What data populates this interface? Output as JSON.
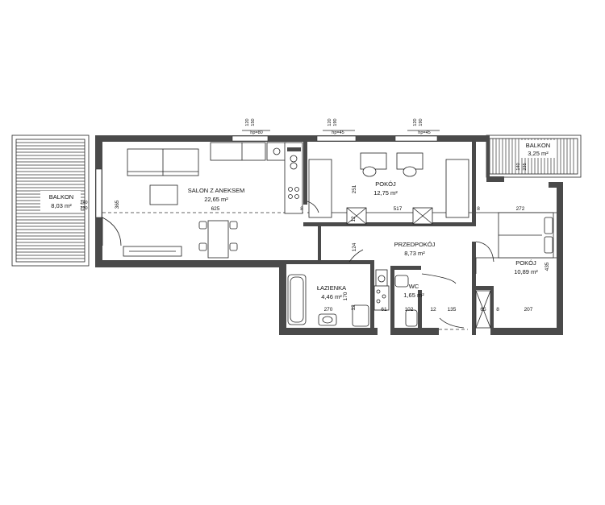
{
  "rooms": {
    "salon": {
      "name": "SALON Z ANEKSEM",
      "area": "22,65 m²"
    },
    "pokoj1": {
      "name": "POKÓJ",
      "area": "12,75 m²"
    },
    "przedpokoj": {
      "name": "PRZEDPOKÓJ",
      "area": "8,73 m²"
    },
    "lazienka": {
      "name": "ŁAZIENKA",
      "area": "4,46 m²"
    },
    "wc": {
      "name": "WC",
      "area": "1,65 m²"
    },
    "pokoj2": {
      "name": "POKÓJ",
      "area": "10,89 m²"
    },
    "balkon1": {
      "name": "BALKON",
      "area": "8,03 m²"
    },
    "balkon2": {
      "name": "BALKON",
      "area": "3,25 m²"
    }
  },
  "dimensions": {
    "salon_width": "625",
    "salon_height": "365",
    "pokoj1_width": "517",
    "pokoj1_height": "251",
    "pokoj2_width": "272",
    "pokoj2_height": "435",
    "hall_w1": "8",
    "hall_w2": "8",
    "hall_h1": "12",
    "hall_h2": "124",
    "laz_width": "270",
    "laz_height": "170",
    "shaft": "61",
    "wc_width": "102",
    "wc_w2": "12",
    "hall_width": "135",
    "wardrobe": "65",
    "wardrobe_gap": "8",
    "pokoj2_bottom": "207",
    "balkon1_h1": "240",
    "balkon1_h2": "230",
    "balkon2_h1": "140",
    "balkon2_h2": "235"
  },
  "windows": [
    {
      "top": "120",
      "bottom": "150",
      "hp": "hp=80"
    },
    {
      "top": "120",
      "bottom": "190",
      "hp": "hp=45"
    },
    {
      "top": "120",
      "bottom": "190",
      "hp": "hp=45"
    }
  ]
}
